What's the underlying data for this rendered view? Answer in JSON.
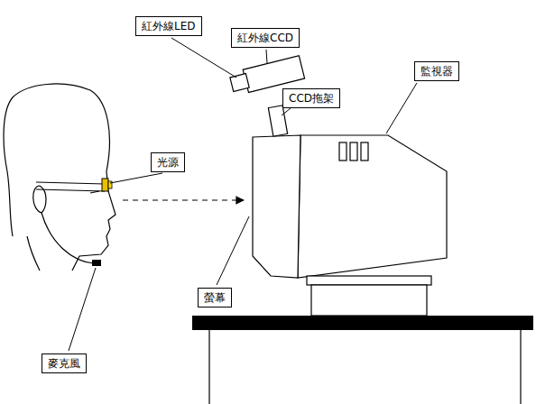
{
  "diagram": {
    "nodes": [
      {
        "text": [
          "紅外線LED"
        ]
      },
      {
        "text": [
          "紅外線CCD"
        ]
      },
      {
        "text": [
          "監視器"
        ]
      },
      {
        "text": [
          "光源"
        ]
      },
      {
        "text": [
          "CCD拖架"
        ]
      },
      {
        "text": [
          "螢幕"
        ]
      },
      {
        "text": [
          "麥克風"
        ]
      }
    ]
  }
}
